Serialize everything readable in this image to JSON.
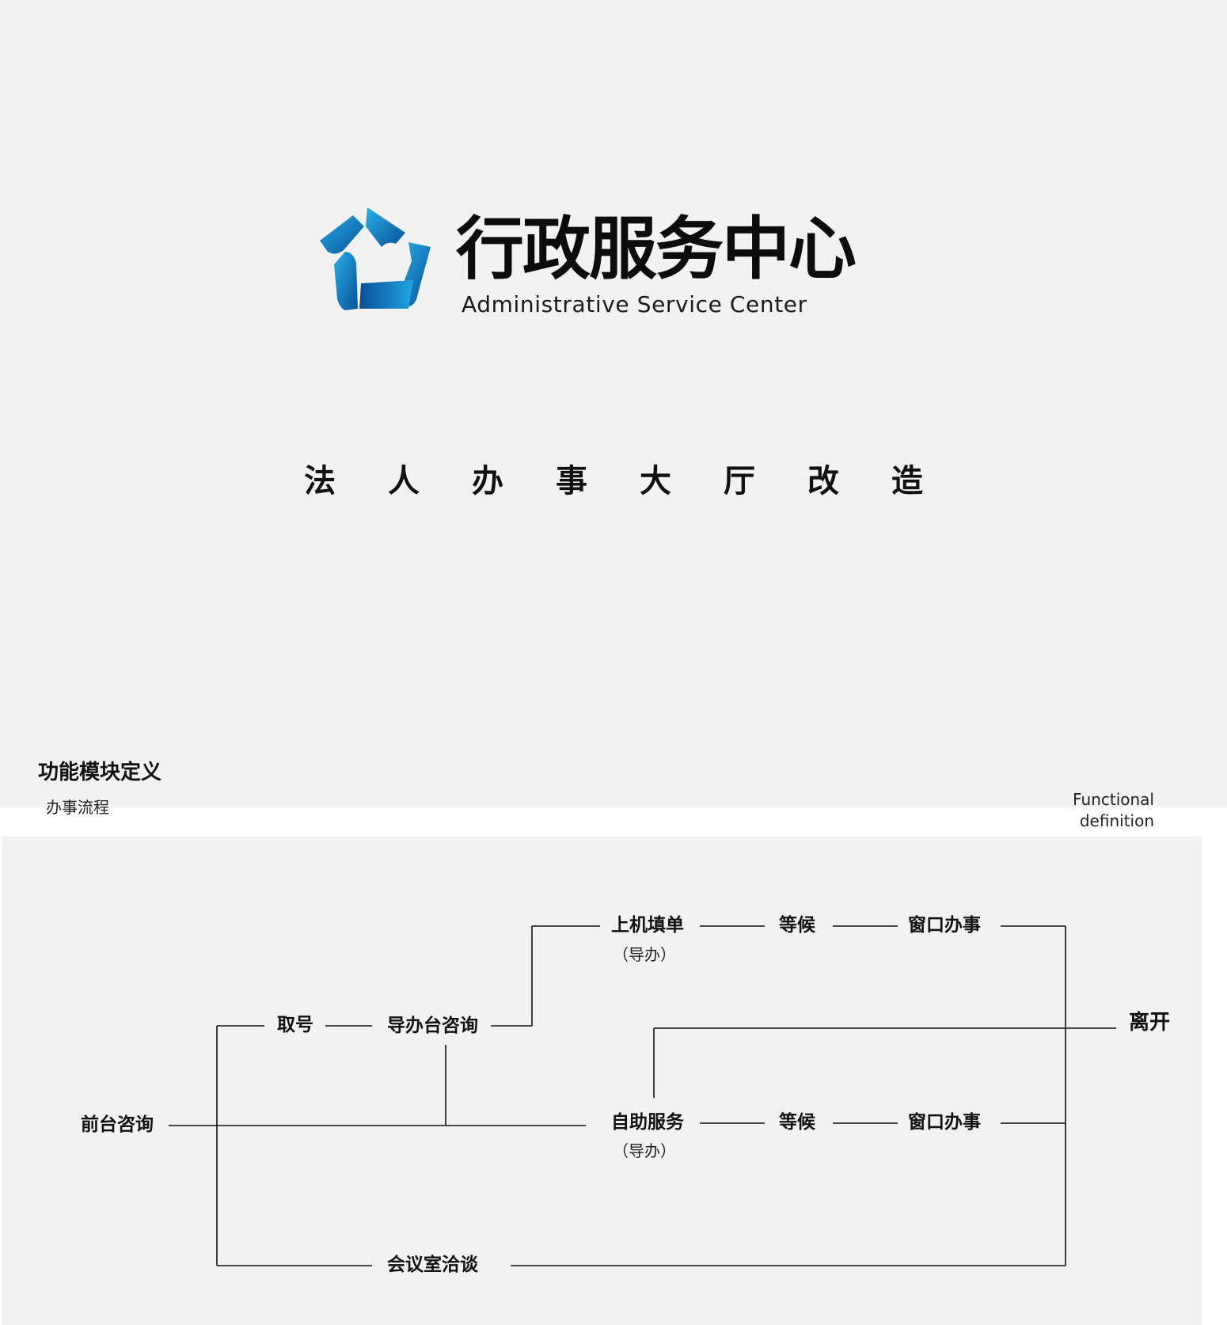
{
  "logo": {
    "name_cn": "行政服务中心",
    "name_en": "Administrative Service Center",
    "colors": [
      "#1aa0e0",
      "#0a4f96"
    ]
  },
  "main_title": "法人办事大厅改造",
  "section": {
    "title": "功能模块定义",
    "subtitle": "办事流程",
    "en_line1": "Functional",
    "en_line2": "definition"
  },
  "flow": {
    "front_desk": "前台咨询",
    "take_number": "取号",
    "guide_desk": "导办台咨询",
    "online_form": "上机填单",
    "online_form_note": "（导办）",
    "wait_1": "等候",
    "window_1": "窗口办事",
    "self_service": "自助服务",
    "self_service_note": "（导办）",
    "wait_2": "等候",
    "window_2": "窗口办事",
    "meeting_room": "会议室洽谈",
    "leave": "离开"
  }
}
